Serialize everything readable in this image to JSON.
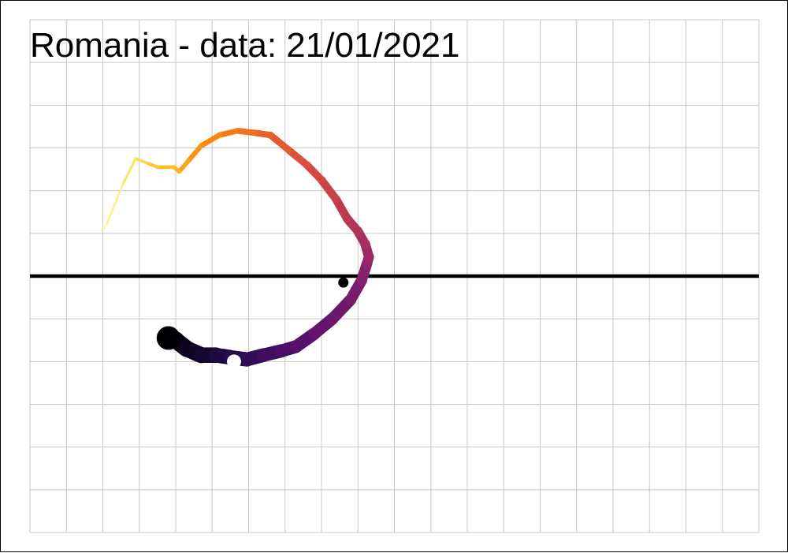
{
  "chart_data": {
    "type": "line",
    "title": "Romania  - data: 21/01/2021",
    "xlabel": "",
    "ylabel": "",
    "grid": true,
    "axis_ticks_visible": false,
    "colormap": "inferno",
    "colors": {
      "grid": "#c8c8c8",
      "baseline": "#000000",
      "current_point_marker": "#000000",
      "reference_point_marker": "#ffffff",
      "start_point": "#000004",
      "end_point": "#fcffa4"
    },
    "xlim": [
      0,
      20
    ],
    "ylim": [
      -6,
      6
    ],
    "baseline_y": 0,
    "series": [
      {
        "x": [
          3.8,
          4.0,
          4.3,
          4.7,
          5.1,
          5.5,
          5.95,
          6.4,
          6.9,
          7.3,
          7.8,
          8.3,
          8.8,
          9.1,
          9.25,
          9.3,
          9.2,
          9.0,
          8.7,
          8.4,
          8.0,
          7.6,
          7.1,
          6.6,
          6.2,
          5.7,
          5.2,
          4.7,
          4.35,
          4.1,
          3.95,
          3.5,
          3.2,
          2.9,
          2.55,
          2.1,
          1.95
        ],
        "y": [
          -1.45,
          -1.5,
          -1.7,
          -1.85,
          -1.85,
          -1.9,
          -1.95,
          -1.85,
          -1.75,
          -1.65,
          -1.35,
          -1.0,
          -0.55,
          -0.1,
          0.3,
          0.45,
          0.75,
          1.05,
          1.35,
          1.8,
          2.25,
          2.6,
          2.95,
          3.3,
          3.35,
          3.4,
          3.3,
          3.05,
          2.7,
          2.45,
          2.55,
          2.55,
          2.65,
          2.75,
          2.15,
          1.2,
          1.05
        ]
      }
    ],
    "current_point": {
      "x": 8.6,
      "y": -0.15
    },
    "reference_point": {
      "x": 5.6,
      "y": -2.0
    }
  }
}
